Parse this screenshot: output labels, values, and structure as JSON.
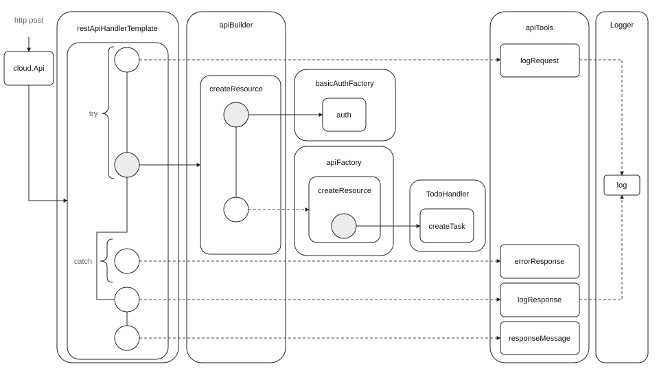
{
  "labels": {
    "http_post": "http post",
    "cloud_api": "cloud.Api",
    "rest_api_handler_template": "restApiHandlerTemplate",
    "try": "try",
    "catch": "catch",
    "api_builder": "apiBuilder",
    "create_resource_builder": "createResource",
    "basic_auth_factory": "basicAuthFactory",
    "auth": "auth",
    "api_factory": "apiFactory",
    "create_resource_factory": "createResource",
    "todo_handler": "TodoHandler",
    "create_task": "createTask",
    "api_tools": "apiTools",
    "log_request": "logRequest",
    "error_response": "errorResponse",
    "log_response": "logResponse",
    "response_message": "responseMessage",
    "logger": "Logger",
    "log": "log"
  },
  "colors": {
    "stroke": "#222222",
    "filled_node": "#ececec",
    "muted_text": "#666666"
  }
}
